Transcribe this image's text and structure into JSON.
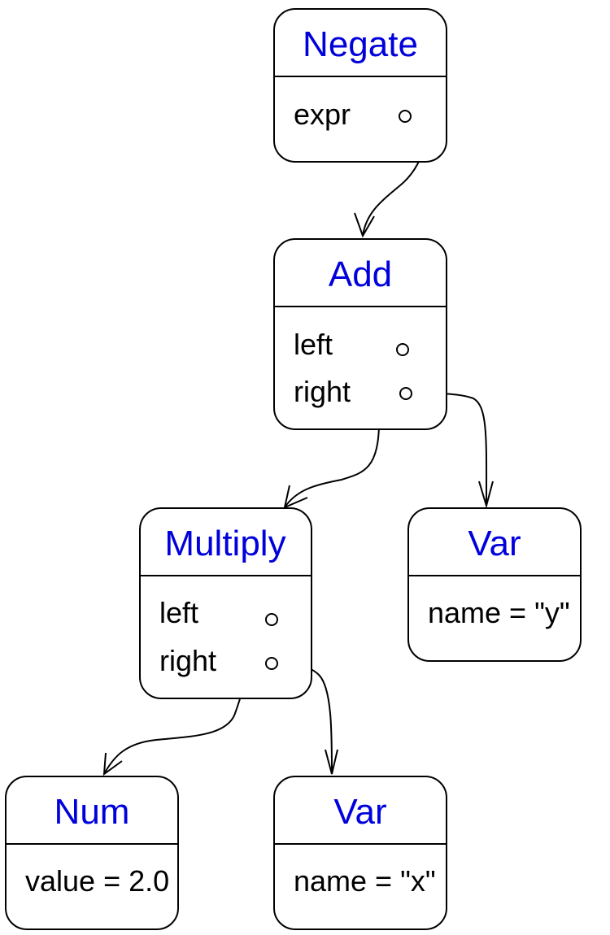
{
  "nodes": {
    "negate": {
      "title": "Negate",
      "fields": [
        "expr"
      ]
    },
    "add": {
      "title": "Add",
      "fields": [
        "left",
        "right"
      ]
    },
    "multiply": {
      "title": "Multiply",
      "fields": [
        "left",
        "right"
      ]
    },
    "var_y": {
      "title": "Var",
      "fields": [
        "name = \"y\""
      ]
    },
    "num": {
      "title": "Num",
      "fields": [
        "value = 2.0"
      ]
    },
    "var_x": {
      "title": "Var",
      "fields": [
        "name = \"x\""
      ]
    }
  },
  "edges": [
    {
      "from": "negate.expr",
      "to": "add"
    },
    {
      "from": "add.left",
      "to": "multiply"
    },
    {
      "from": "add.right",
      "to": "var_y"
    },
    {
      "from": "multiply.left",
      "to": "num"
    },
    {
      "from": "multiply.right",
      "to": "var_x"
    }
  ],
  "colors": {
    "title": "#0000dd",
    "line": "#000000",
    "background": "#ffffff"
  }
}
